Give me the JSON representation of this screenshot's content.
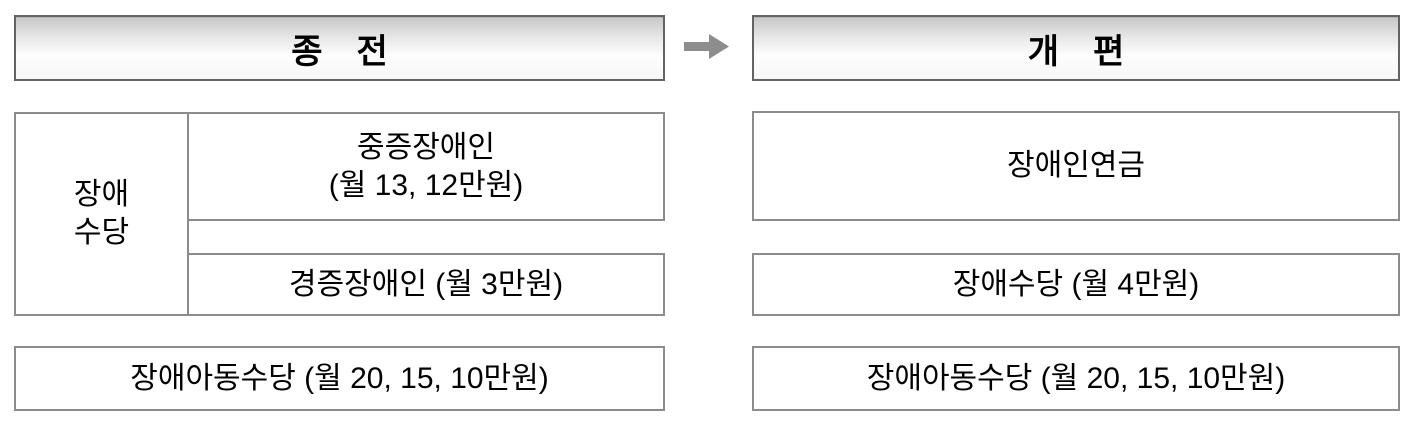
{
  "diagram": {
    "before": {
      "header": "종　전",
      "allowance_group": {
        "label_line1": "장애",
        "label_line2": "수당",
        "severe_line1": "중증장애인",
        "severe_line2": "(월 13, 12만원)",
        "mild": "경증장애인 (월 3만원)"
      },
      "child_allowance": "장애아동수당 (월 20, 15, 10만원)"
    },
    "after": {
      "header": "개　편",
      "pension": "장애인연금",
      "allowance": "장애수당 (월 4만원)",
      "child_allowance": "장애아동수당 (월 20, 15, 10만원)"
    },
    "arrow_icon": "right-block-arrow",
    "colors": {
      "box_border": "#8c8c8c",
      "header_border": "#636363",
      "header_gradient_top": "#c7c7c7",
      "arrow_fill": "#8d8d8d",
      "text": "#000000"
    }
  }
}
